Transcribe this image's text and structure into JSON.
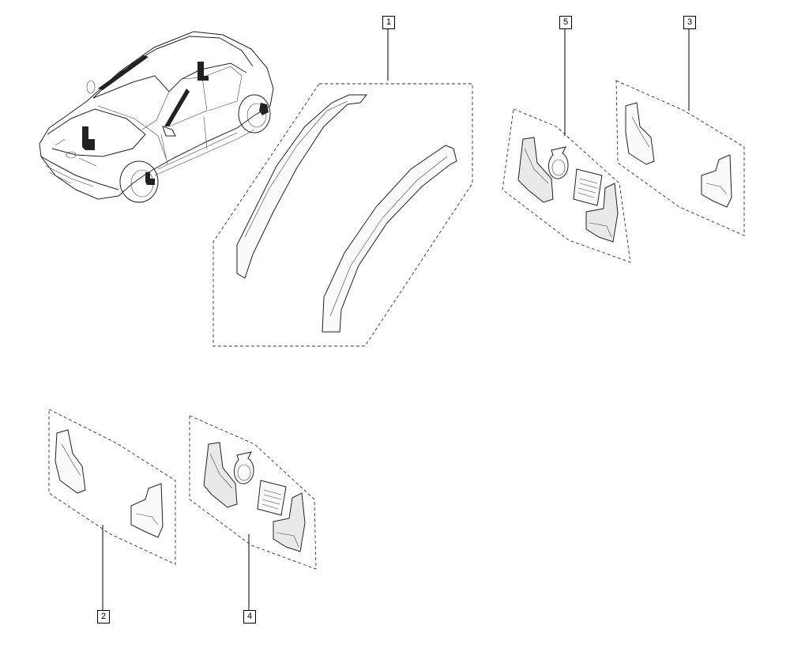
{
  "callouts": [
    {
      "id": "c1",
      "label": "1"
    },
    {
      "id": "c5",
      "label": "5"
    },
    {
      "id": "c3",
      "label": "3"
    },
    {
      "id": "c2",
      "label": "2"
    },
    {
      "id": "c4",
      "label": "4"
    }
  ]
}
